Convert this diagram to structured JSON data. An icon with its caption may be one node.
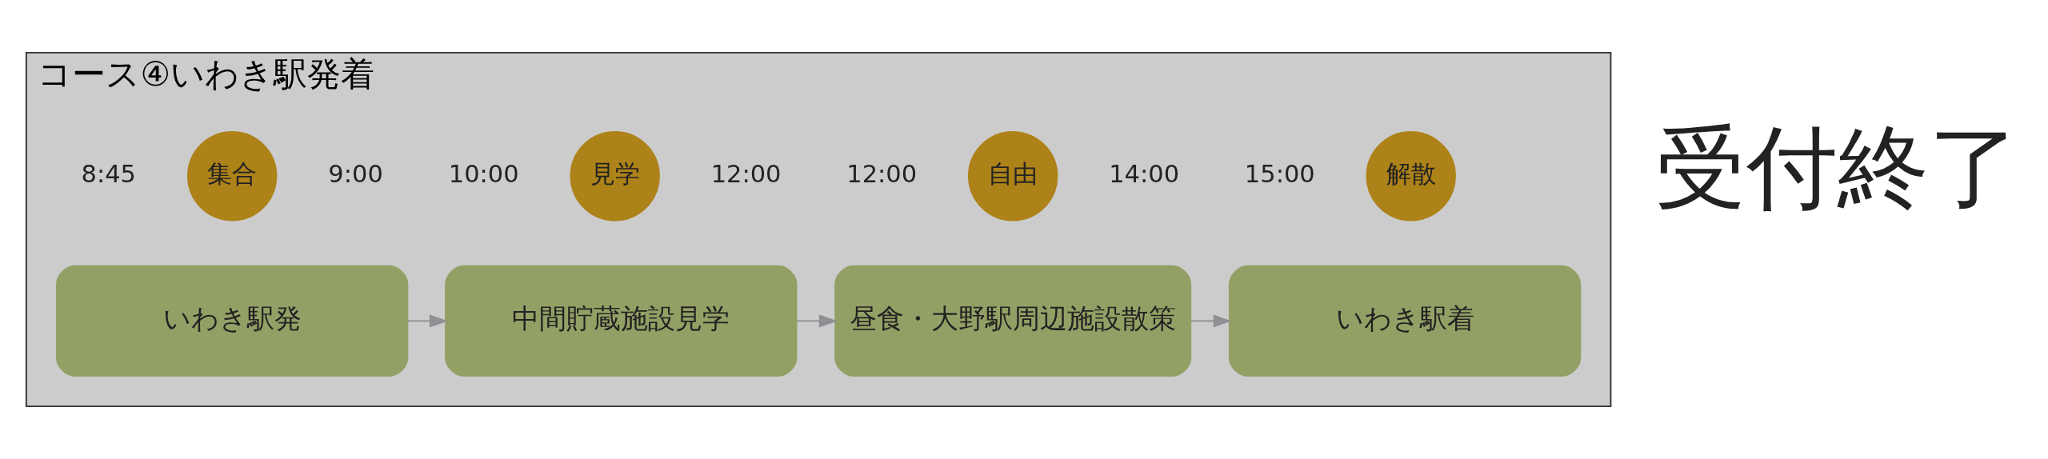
{
  "diagram": {
    "nodes": [
      {
        "text": [
          "コース④いわき駅発着"
        ]
      },
      {
        "text": [
          "集合"
        ],
        "in": 0
      },
      {
        "text": [
          "いわき駅発"
        ],
        "in": 0,
        "beside": [
          "8:45",
          "9:00"
        ]
      },
      {
        "text": [
          "見学"
        ],
        "in": 0
      },
      {
        "text": [
          "中間貯蔵施設見学"
        ],
        "in": 0,
        "beside": [
          "10:00",
          "12:00"
        ]
      },
      {
        "text": [
          "自由"
        ],
        "in": 0
      },
      {
        "text": [
          "昼食・大野駅周辺施設散策"
        ],
        "in": 0,
        "beside": [
          "12:00",
          "14:00"
        ]
      },
      {
        "text": [
          "解散"
        ],
        "in": 0
      },
      {
        "text": [
          "いわき駅着"
        ],
        "in": 0,
        "beside": [
          "15:00"
        ]
      }
    ],
    "edges": [
      {
        "from": 2,
        "to": 4,
        "arrow": "to"
      },
      {
        "from": 4,
        "to": 6,
        "arrow": "to"
      },
      {
        "from": 6,
        "to": 8,
        "arrow": "to"
      }
    ],
    "labels": [
      "受付終了"
    ]
  }
}
